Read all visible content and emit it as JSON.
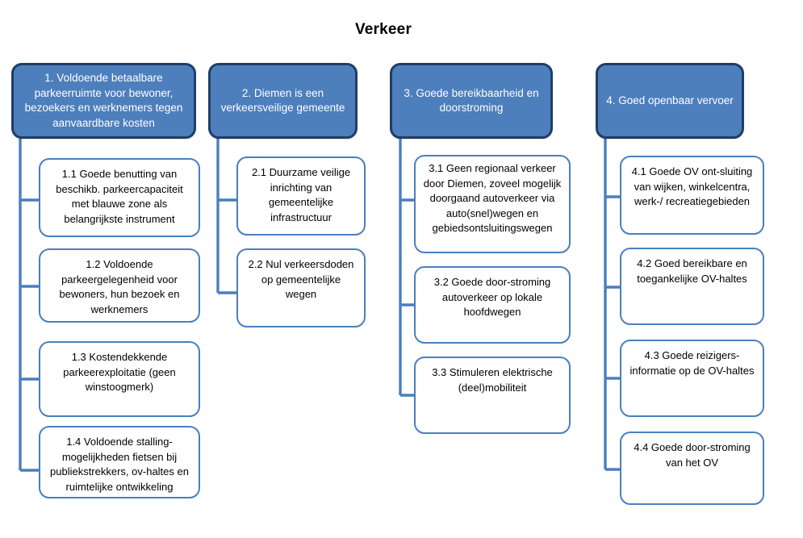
{
  "page": {
    "title": "Verkeer",
    "background": "#ffffff"
  },
  "theme": {
    "header_fill": "#4d7fbd",
    "header_border": "#1f3d68",
    "header_text": "#ffffff",
    "sub_fill": "#ffffff",
    "sub_border": "#4a7fbe",
    "sub_text": "#000000",
    "connector": "#4a7fbe"
  },
  "columns": [
    {
      "id": "col-1",
      "header": {
        "label": "1. Voldoende  betaalbare parkeerruimte voor bewoner, bezoekers en werknemers tegen aanvaardbare kosten"
      },
      "items": [
        {
          "label": "1.1 Goede benutting van beschikb. parkeercapaciteit met blauwe zone als belangrijkste instrument"
        },
        {
          "label": "1.2 Voldoende parkeergelegenheid voor bewoners, hun bezoek en werknemers"
        },
        {
          "label": "1.3 Kostendekkende parkeerexploitatie (geen winstoogmerk)"
        },
        {
          "label": "1.4 Voldoende stalling-mogelijkheden fietsen bij publiekstrekkers, ov-haltes en ruimtelijke ontwikkeling"
        }
      ]
    },
    {
      "id": "col-2",
      "header": {
        "label": "2. Diemen is een verkeersveilige gemeente"
      },
      "items": [
        {
          "label": "2.1 Duurzame veilige inrichting van gemeentelijke infrastructuur"
        },
        {
          "label": "2.2 Nul verkeersdoden op gemeentelijke wegen"
        }
      ]
    },
    {
      "id": "col-3",
      "header": {
        "label": "3. Goede bereikbaarheid en doorstroming"
      },
      "items": [
        {
          "label": "3.1 Geen regionaal verkeer door Diemen, zoveel mogelijk doorgaand autoverkeer via auto(snel)wegen en gebiedsontsluitingswegen"
        },
        {
          "label": "3.2 Goede door-stroming autoverkeer op lokale hoofdwegen"
        },
        {
          "label": "3.3 Stimuleren elektrische (deel)mobiliteit"
        }
      ]
    },
    {
      "id": "col-4",
      "header": {
        "label": "4. Goed openbaar vervoer"
      },
      "items": [
        {
          "label": "4.1 Goede OV ont-sluiting van wijken, winkelcentra, werk-/ recreatiegebieden"
        },
        {
          "label": "4.2 Goed bereikbare en toegankelijke OV-haltes"
        },
        {
          "label": "4.3 Goede reizigers-informatie op de OV-haltes"
        },
        {
          "label": "4.4 Goede door-stroming van het OV"
        }
      ]
    }
  ]
}
